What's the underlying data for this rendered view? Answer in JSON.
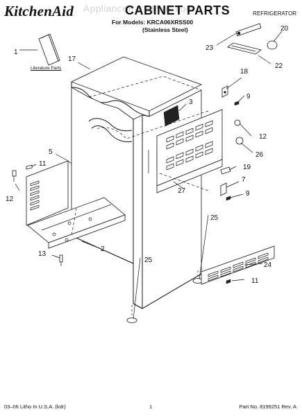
{
  "header": {
    "brand": "KitchenAid",
    "watermark": "AppliancePartsPros.com",
    "title": "CABINET PARTS",
    "models_line": "For Models: KRCA06XRSS00",
    "variant_line": "(Stainless Steel)",
    "product": "REFRIGERATOR"
  },
  "diagram": {
    "literature_label": "Literature Parts",
    "callouts": {
      "c1": "1",
      "c2": "2",
      "c3": "3",
      "c5": "5",
      "c7": "7",
      "c9a": "9",
      "c9b": "9",
      "c11a": "11",
      "c11b": "11",
      "c12a": "12",
      "c12b": "12",
      "c13": "13",
      "c17": "17",
      "c18": "18",
      "c19": "19",
      "c20": "20",
      "c22": "22",
      "c23": "23",
      "c24": "24",
      "c25a": "25",
      "c25b": "25",
      "c26": "26",
      "c27": "27"
    }
  },
  "footer": {
    "left": "03–06 Litho In U.S.A. (kdr)",
    "page": "1",
    "part_no": "Part No. 8199251 Rev. A"
  }
}
